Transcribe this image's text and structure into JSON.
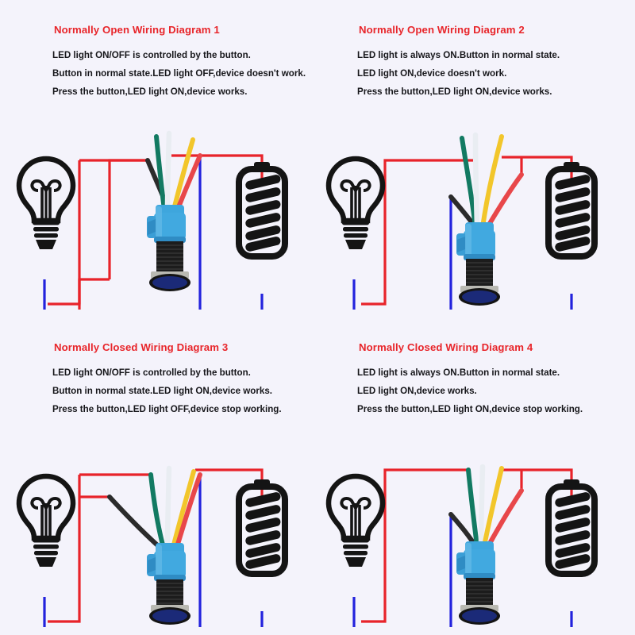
{
  "page": {
    "background_color": "#f4f3fb",
    "title_color": "#e8252a",
    "body_text_color": "#16161a",
    "wire_colors": {
      "positive_rail": "#e8232a",
      "negative_rail": "#2222dd",
      "lead_black": "#2b2b2b",
      "lead_green": "#127a62",
      "lead_white": "#e9edf2",
      "lead_yellow": "#f2c62b",
      "lead_red": "#e8474a",
      "button_housing": "#3ea6dd",
      "button_body": "#191919",
      "button_nut": "#b9b9b2",
      "led_glow": "#1b2a78"
    }
  },
  "panels": [
    {
      "id": "panel-1",
      "title": "Normally Open Wiring Diagram 1",
      "lines": [
        "LED light ON/OFF is controlled by the button.",
        "Button in normal state.LED light OFF,device doesn't work.",
        "Press the button,LED light ON,device works."
      ],
      "components": {
        "lamp": "lamp-icon",
        "button": "push-button-icon",
        "battery": "battery-icon"
      },
      "wiring": {
        "top_rail_lead": "white",
        "lamp_lead": "black",
        "battery_lead": "red",
        "free_leads": [
          "green",
          "yellow"
        ],
        "negative_branch": "button-bottom"
      }
    },
    {
      "id": "panel-2",
      "title": "Normally Open Wiring Diagram 2",
      "lines": [
        "LED light is always ON.Button in normal state.",
        "LED light ON,device doesn't work.",
        "Press the button,LED light ON,device works."
      ],
      "components": {
        "lamp": "lamp-icon",
        "button": "push-button-icon",
        "battery": "battery-icon"
      },
      "wiring": {
        "top_rail_lead": "white",
        "lamp_lead": "black",
        "battery_lead": "red-and-yellow",
        "free_leads": [
          "green"
        ],
        "negative_branch": "black-lead-down"
      }
    },
    {
      "id": "panel-3",
      "title": "Normally Closed Wiring Diagram 3",
      "lines": [
        "LED light ON/OFF is controlled by the button.",
        "Button in normal state.LED light ON,device works.",
        "Press the button,LED light OFF,device stop working."
      ],
      "components": {
        "lamp": "lamp-icon",
        "button": "push-button-icon",
        "battery": "battery-icon"
      },
      "wiring": {
        "top_rail_lead": "green",
        "lamp_lead": "black",
        "battery_lead": "red",
        "free_leads": [
          "white",
          "yellow"
        ],
        "negative_branch": "button-bottom"
      }
    },
    {
      "id": "panel-4",
      "title": "Normally Closed Wiring Diagram 4",
      "lines": [
        "LED light is always ON.Button in normal state.",
        "LED light ON,device works.",
        "Press the button,LED light ON,device stop working."
      ],
      "components": {
        "lamp": "lamp-icon",
        "button": "push-button-icon",
        "battery": "battery-icon"
      },
      "wiring": {
        "top_rail_lead": "green",
        "lamp_lead": "black",
        "battery_lead": "red-and-yellow",
        "free_leads": [
          "white"
        ],
        "negative_branch": "black-lead-down"
      }
    }
  ]
}
